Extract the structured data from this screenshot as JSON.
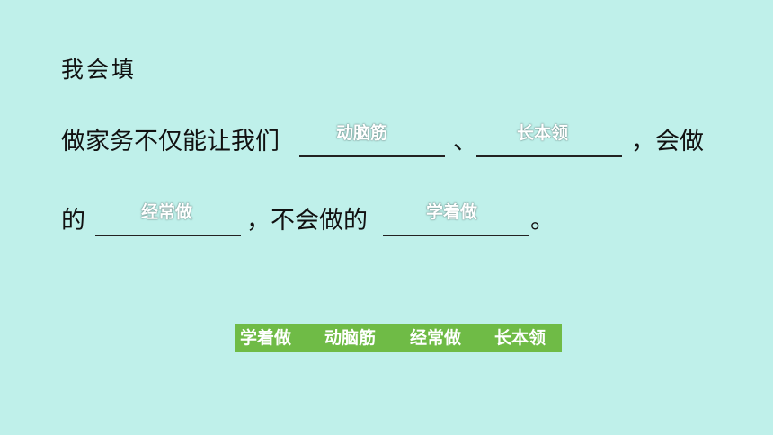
{
  "title": "我会填",
  "sentence": {
    "line1_start": "做家务不仅能让我们",
    "separator": "、",
    "line1_end": "，会做",
    "line2_start": "的",
    "line2_middle": "，不会做的",
    "line2_end": "。"
  },
  "answers": {
    "blank1": "动脑筋",
    "blank2": "长本领",
    "blank3": "经常做",
    "blank4": "学着做"
  },
  "word_bank": [
    "学着做",
    "动脑筋",
    "经常做",
    "长本领"
  ],
  "colors": {
    "background": "#bff0ea",
    "word_bank_background": "#6fbb46",
    "answer_text": "#ffffff"
  }
}
